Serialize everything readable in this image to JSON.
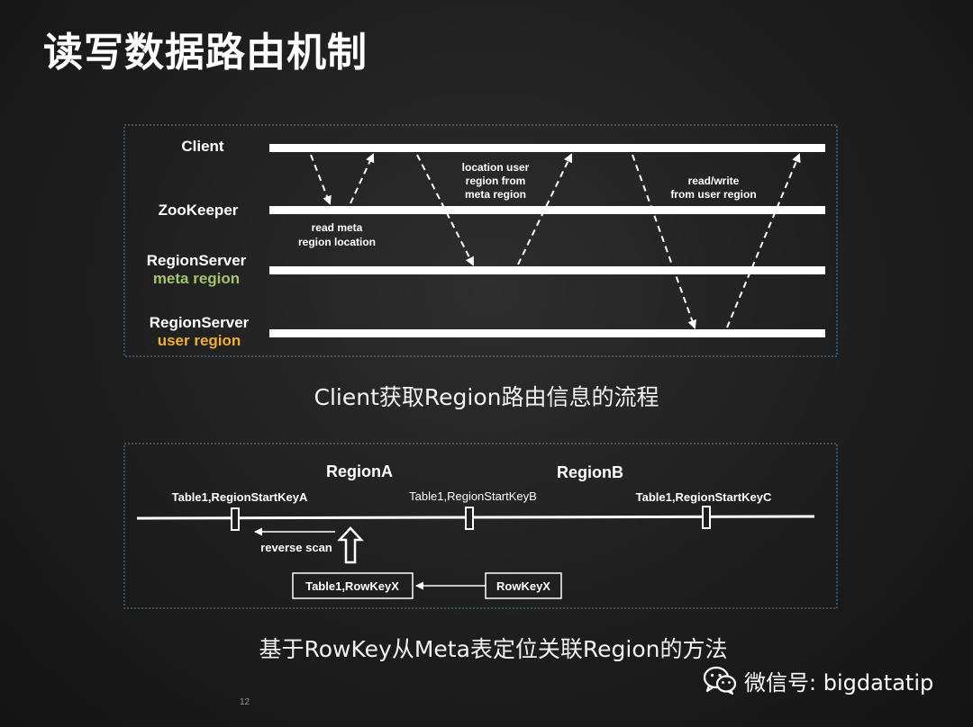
{
  "title": "读写数据路由机制",
  "diagram1": {
    "lanes": {
      "client": "Client",
      "zookeeper": "ZooKeeper",
      "rs_meta": "RegionServer",
      "rs_meta_sub": "meta region",
      "rs_user": "RegionServer",
      "rs_user_sub": "user region"
    },
    "annotations": {
      "read_meta_1": "read meta",
      "read_meta_2": "region location",
      "locate_1": "location user",
      "locate_2": "region from",
      "locate_3": "meta region",
      "rw_1": "read/write",
      "rw_2": "from user region"
    },
    "caption": "Client获取Region路由信息的流程"
  },
  "diagram2": {
    "region_a": "RegionA",
    "region_b": "RegionB",
    "key_a": "Table1,RegionStartKeyA",
    "key_b": "Table1,RegionStartKeyB",
    "key_c": "Table1,RegionStartKeyC",
    "reverse_scan": "reverse scan",
    "box_left": "Table1,RowKeyX",
    "box_right": "RowKeyX",
    "caption": "基于RowKey从Meta表定位关联Region的方法"
  },
  "colors": {
    "meta_region": "#a3c46a",
    "user_region": "#f0b030",
    "frame": "#4a8fc0"
  },
  "page_number": "12",
  "watermark": {
    "icon": "wechat-icon",
    "text": "微信号: bigdatatip"
  }
}
